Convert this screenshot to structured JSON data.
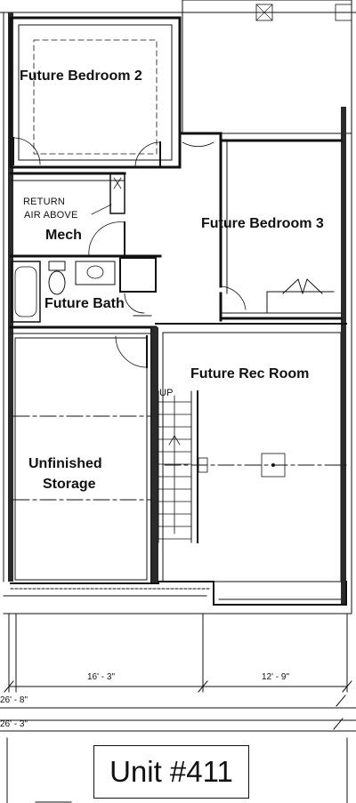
{
  "rooms": {
    "bedroom2": "Future Bedroom 2",
    "bedroom3": "Future Bedroom 3",
    "mech": "Mech",
    "bath": "Future Bath",
    "rec_room": "Future Rec Room",
    "storage_line1": "Unfinished",
    "storage_line2": "Storage"
  },
  "notes": {
    "return_line1": "RETURN",
    "return_line2": "AIR ABOVE",
    "stair_up": "UP"
  },
  "dimensions": {
    "left_width": "16' - 3\"",
    "right_width": "12' - 9\"",
    "overall_top": "26' - 8\"",
    "overall_bottom": "26' - 3\""
  },
  "unit_label": "Unit #411",
  "colors": {
    "ink": "#111111",
    "wall_fill": "#2a2a2a",
    "background": "#ffffff"
  }
}
